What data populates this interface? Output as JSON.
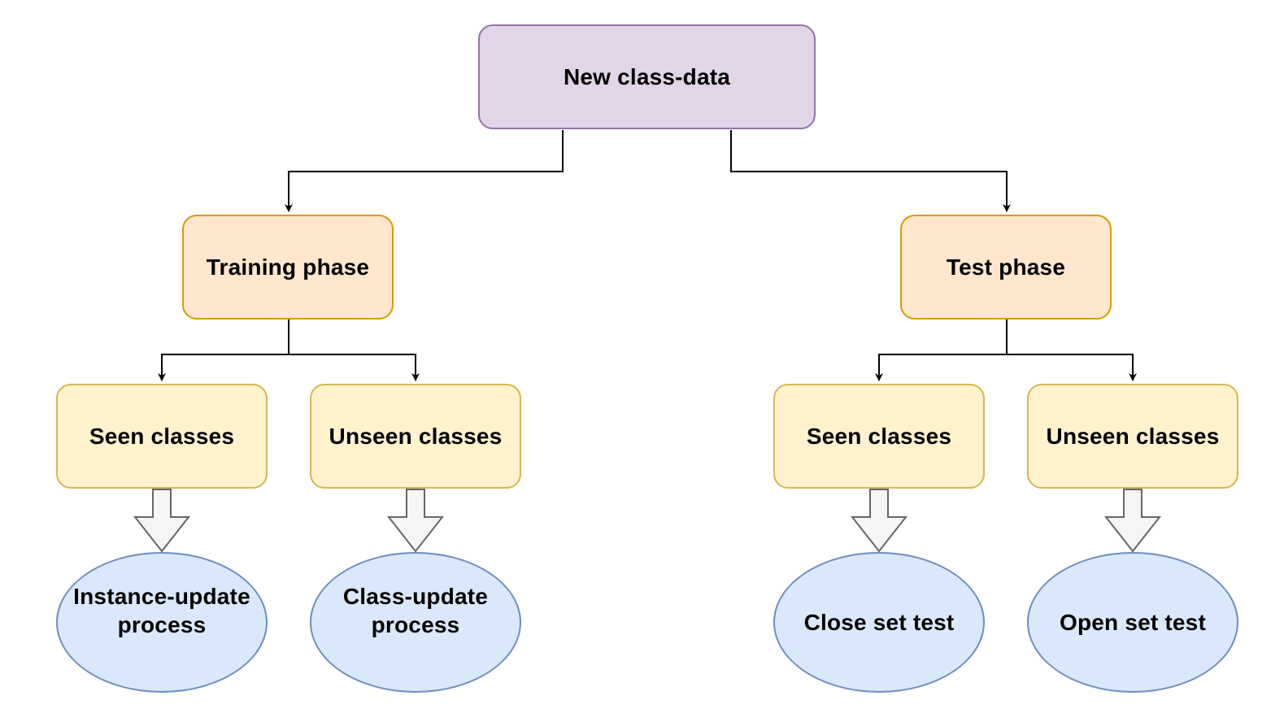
{
  "colors": {
    "root_fill": "#e1d5e7",
    "phase_fill": "#ffe6cc",
    "class_fill": "#fff2cc",
    "process_fill": "#dae8fc",
    "line": "#000000",
    "block_arrow_fill": "#f5f5f5",
    "block_arrow_stroke": "#666666"
  },
  "nodes": {
    "root": {
      "label": "New  class-data"
    },
    "training": {
      "label": "Training phase"
    },
    "test": {
      "label": "Test phase"
    },
    "train_seen": {
      "label": "Seen classes"
    },
    "train_unseen": {
      "label": "Unseen classes"
    },
    "test_seen": {
      "label": "Seen classes"
    },
    "test_unseen": {
      "label": "Unseen classes"
    },
    "instance_update": {
      "label": "Instance-update\nprocess"
    },
    "class_update": {
      "label": "Class-update\nprocess"
    },
    "close_set": {
      "label": "Close set test"
    },
    "open_set": {
      "label": "Open set test"
    }
  },
  "edges": [
    {
      "from": "root",
      "to": "training",
      "style": "connector"
    },
    {
      "from": "root",
      "to": "test",
      "style": "connector"
    },
    {
      "from": "training",
      "to": "train_seen",
      "style": "connector"
    },
    {
      "from": "training",
      "to": "train_unseen",
      "style": "connector"
    },
    {
      "from": "test",
      "to": "test_seen",
      "style": "connector"
    },
    {
      "from": "test",
      "to": "test_unseen",
      "style": "connector"
    },
    {
      "from": "train_seen",
      "to": "instance_update",
      "style": "block-arrow"
    },
    {
      "from": "train_unseen",
      "to": "class_update",
      "style": "block-arrow"
    },
    {
      "from": "test_seen",
      "to": "close_set",
      "style": "block-arrow"
    },
    {
      "from": "test_unseen",
      "to": "open_set",
      "style": "block-arrow"
    }
  ]
}
